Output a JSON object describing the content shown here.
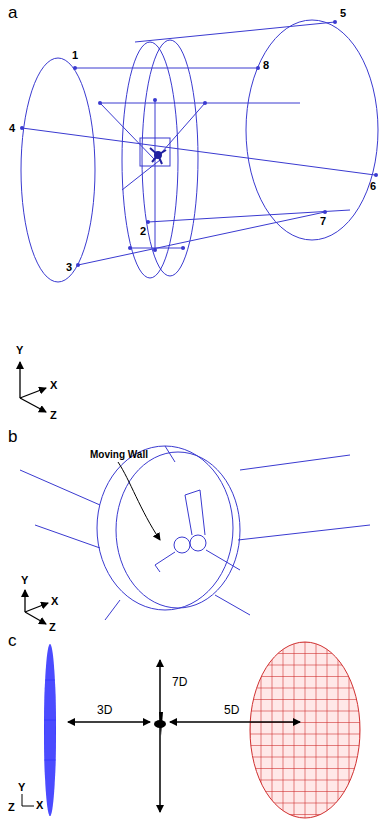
{
  "diagram": {
    "labels": [
      "a",
      "1",
      "4",
      "2",
      "3",
      "5",
      "8",
      "6",
      "7",
      "Y",
      "X",
      "Z",
      "b",
      "Moving Wall",
      "Y",
      "X",
      "Z",
      "c",
      "3D",
      "7D",
      "5D",
      "Y",
      "Z",
      "X"
    ]
  }
}
